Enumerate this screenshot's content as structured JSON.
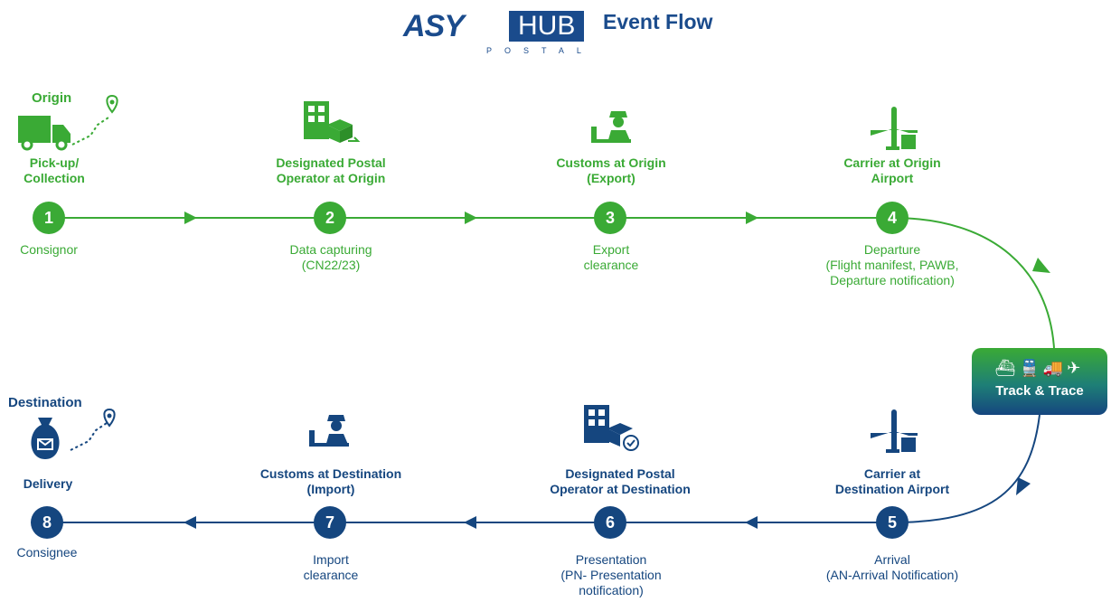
{
  "header": {
    "logo_main": "ASY",
    "logo_hub": "HUB",
    "logo_sub": "POSTAL",
    "title": "Event Flow"
  },
  "origin_label": "Origin",
  "destination_label": "Destination",
  "steps": [
    {
      "number": "1",
      "title": "Pick-up/\nCollection",
      "desc": "Consignor"
    },
    {
      "number": "2",
      "title": "Designated Postal\nOperator at Origin",
      "desc": "Data capturing\n(CN22/23)"
    },
    {
      "number": "3",
      "title": "Customs at Origin\n(Export)",
      "desc": "Export\nclearance"
    },
    {
      "number": "4",
      "title": "Carrier at Origin\nAirport",
      "desc": "Departure\n(Flight manifest, PAWB,\nDeparture notification)"
    },
    {
      "number": "5",
      "title": "Carrier at\nDestination Airport",
      "desc": "Arrival\n(AN-Arrival Notification)"
    },
    {
      "number": "6",
      "title": "Designated Postal\nOperator at Destination",
      "desc": "Presentation\n(PN- Presentation\nnotification)"
    },
    {
      "number": "7",
      "title": "Customs at Destination\n(Import)",
      "desc": "Import\nclearance"
    },
    {
      "number": "8",
      "title": "Delivery",
      "desc": "Consignee"
    }
  ],
  "track_trace": {
    "label": "Track & Trace",
    "icons": [
      "ship-icon",
      "train-icon",
      "truck-icon",
      "plane-icon"
    ]
  },
  "colors": {
    "green": "#3aaa35",
    "blue": "#15467f"
  }
}
